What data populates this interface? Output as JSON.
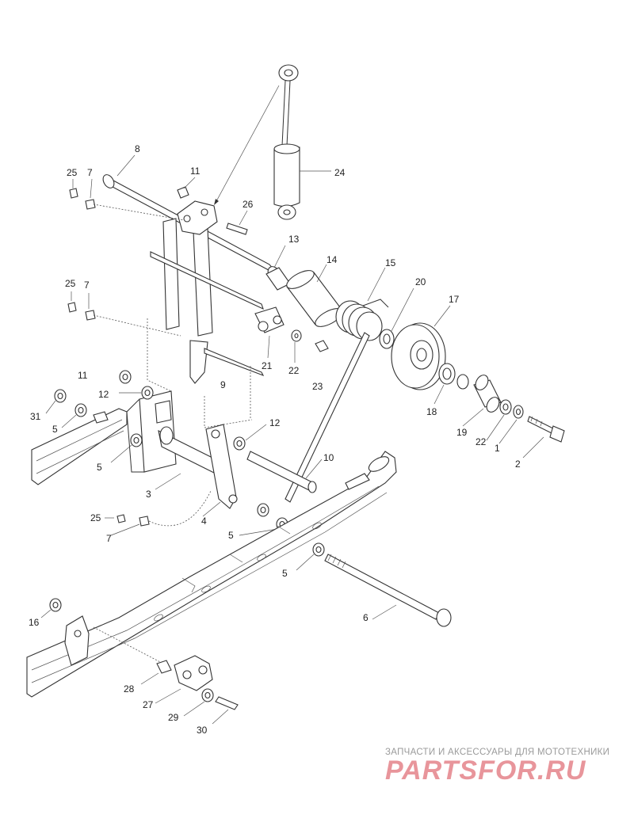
{
  "diagram": {
    "callouts": {
      "c1": "1",
      "c2": "2",
      "c3": "3",
      "c4": "4",
      "c5a": "5",
      "c5b": "5",
      "c5c": "5",
      "c5d": "5",
      "c6": "6",
      "c7a": "7",
      "c7b": "7",
      "c7c": "7",
      "c8": "8",
      "c9": "9",
      "c10": "10",
      "c11a": "11",
      "c11b": "11",
      "c12a": "12",
      "c12b": "12",
      "c13": "13",
      "c14": "14",
      "c15": "15",
      "c16": "16",
      "c17": "17",
      "c18": "18",
      "c19": "19",
      "c20": "20",
      "c21": "21",
      "c22a": "22",
      "c22b": "22",
      "c23": "23",
      "c24": "24",
      "c25a": "25",
      "c25b": "25",
      "c25c": "25",
      "c26": "26",
      "c27": "27",
      "c28": "28",
      "c29": "29",
      "c30": "30",
      "c31": "31"
    }
  },
  "watermark": {
    "tagline": "ЗАПЧАСТИ И АКСЕССУАРЫ ДЛЯ МОТОТЕХНИКИ",
    "logo_text": "PARTSFOR.RU"
  },
  "colors": {
    "line": "#333333",
    "watermark_red": "#d6404a",
    "watermark_gray": "#9a9a9a"
  }
}
